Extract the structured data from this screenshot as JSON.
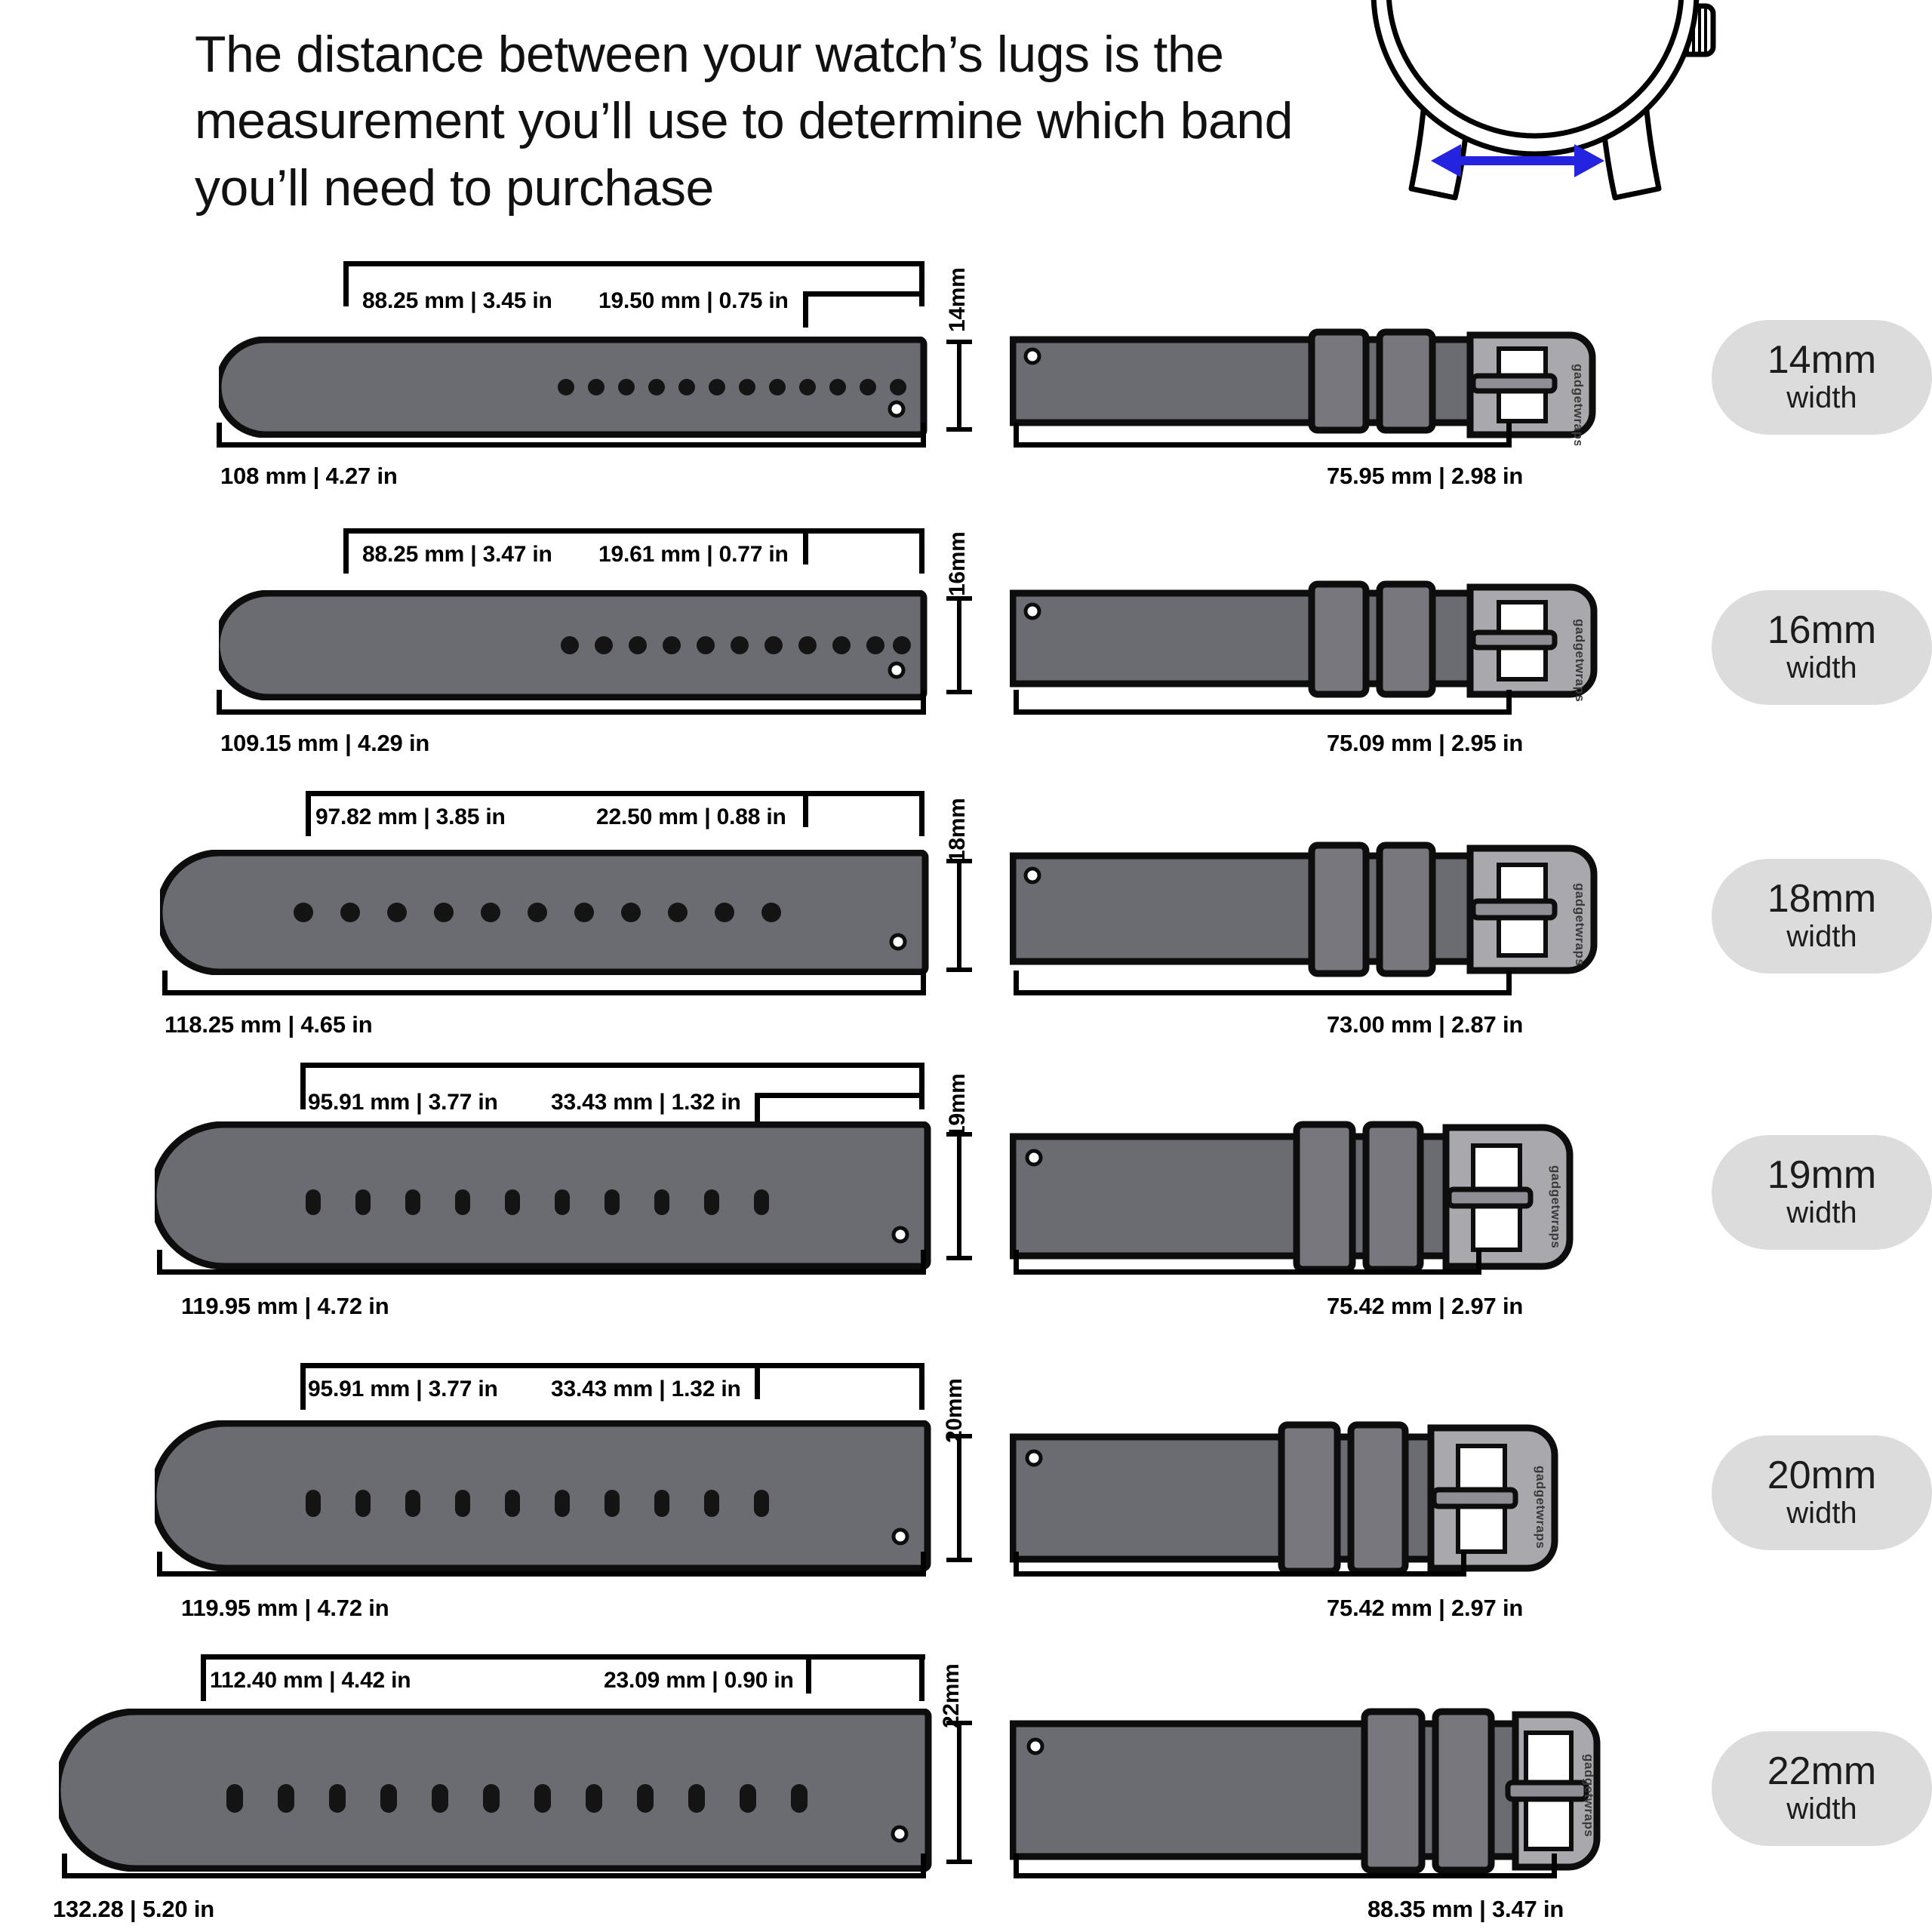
{
  "headline": "The distance between your watch’s lugs is the measurement you’ll use to determine which band you’ll need to purchase",
  "watch_illustration": {
    "name": "watch-case-with-lug-arrow",
    "arrow_color": "#2323e0",
    "arrow_label": "lug-width-measurement"
  },
  "brand": "gadgetwraps",
  "colors": {
    "strap_fill": "#6b6b72",
    "strap_stroke": "#0d0d0d",
    "keeper_fill": "#77777d",
    "buckle_fill": "#a8a8ad",
    "badge_bg": "#dcdcdc",
    "accent_blue": "#2323e0",
    "text": "#000000"
  },
  "rows": [
    {
      "id": "14mm",
      "badge_size": "14mm",
      "badge_sub": "width",
      "width_caption": "14mm",
      "left_strap": {
        "top_label_1": "88.25 mm | 3.45 in",
        "top_label_2": "19.50 mm | 0.75 in",
        "bottom_label": "108 mm | 4.27 in",
        "holes": 12
      },
      "right_strap": {
        "bottom_label": "75.95 mm | 2.98 in"
      }
    },
    {
      "id": "16mm",
      "badge_size": "16mm",
      "badge_sub": "width",
      "width_caption": "16mm",
      "left_strap": {
        "top_label_1": "88.25 mm | 3.47 in",
        "top_label_2": "19.61 mm | 0.77 in",
        "bottom_label": "109.15 mm | 4.29 in",
        "holes": 11
      },
      "right_strap": {
        "bottom_label": "75.09 mm | 2.95 in"
      }
    },
    {
      "id": "18mm",
      "badge_size": "18mm",
      "badge_sub": "width",
      "width_caption": "18mm",
      "left_strap": {
        "top_label_1": "97.82 mm | 3.85 in",
        "top_label_2": "22.50 mm | 0.88 in",
        "bottom_label": "118.25 mm | 4.65 in",
        "holes": 11
      },
      "right_strap": {
        "bottom_label": "73.00 mm | 2.87 in"
      }
    },
    {
      "id": "19mm",
      "badge_size": "19mm",
      "badge_sub": "width",
      "width_caption": "19mm",
      "left_strap": {
        "top_label_1": "95.91 mm | 3.77 in",
        "top_label_2": "33.43 mm | 1.32 in",
        "bottom_label": "119.95 mm | 4.72 in",
        "holes": 10
      },
      "right_strap": {
        "bottom_label": "75.42 mm | 2.97 in"
      }
    },
    {
      "id": "20mm",
      "badge_size": "20mm",
      "badge_sub": "width",
      "width_caption": "20mm",
      "left_strap": {
        "top_label_1": "95.91 mm | 3.77 in",
        "top_label_2": "33.43 mm | 1.32 in",
        "bottom_label": "119.95 mm | 4.72 in",
        "holes": 10
      },
      "right_strap": {
        "bottom_label": "75.42 mm | 2.97 in"
      }
    },
    {
      "id": "22mm",
      "badge_size": "22mm",
      "badge_sub": "width",
      "width_caption": "22mm",
      "left_strap": {
        "top_label_1": "112.40 mm | 4.42 in",
        "top_label_2": "23.09 mm | 0.90 in",
        "bottom_label": "132.28 | 5.20 in",
        "holes": 12
      },
      "right_strap": {
        "bottom_label": "88.35 mm | 3.47 in"
      }
    }
  ]
}
